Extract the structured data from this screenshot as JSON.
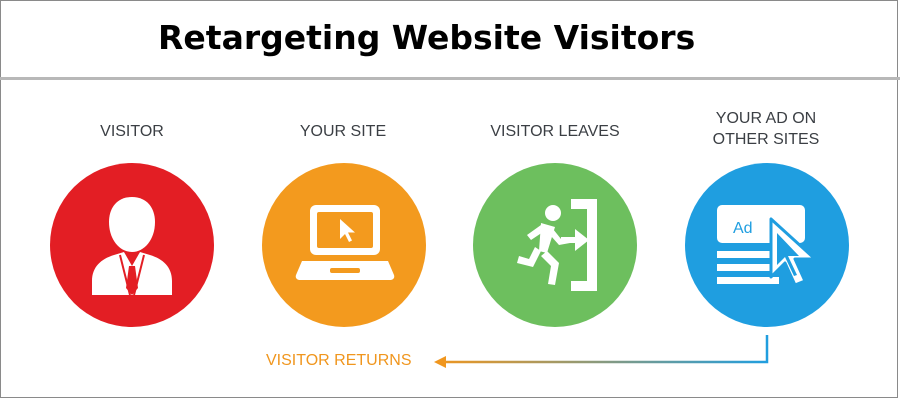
{
  "title": "Retargeting Website Visitors",
  "steps": [
    {
      "label": "VISITOR",
      "color": "#e31e24",
      "icon": "businessman-icon"
    },
    {
      "label": "YOUR SITE",
      "color": "#f39a1e",
      "icon": "laptop-cursor-icon"
    },
    {
      "label": "VISITOR LEAVES",
      "color": "#6dbf5e",
      "icon": "running-exit-icon"
    },
    {
      "label": "YOUR AD ON\nOTHER SITES",
      "color": "#1f9ee0",
      "icon": "ad-cursor-icon"
    }
  ],
  "return_flow": {
    "label": "VISITOR RETURNS",
    "color_start": "#f0961e",
    "color_end": "#1f9ee0"
  },
  "ad_text": "Ad"
}
